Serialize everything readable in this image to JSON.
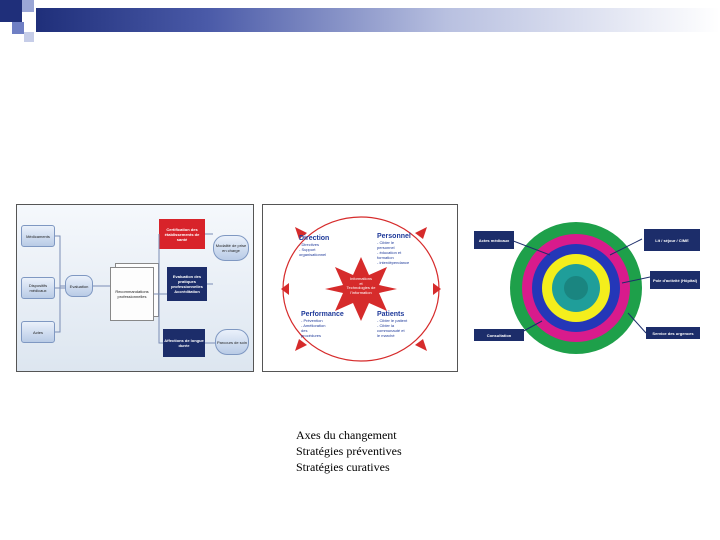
{
  "captions": [
    "Axes du changement",
    "Stratégies préventives",
    "Stratégies curatives"
  ],
  "figure1": {
    "left_items": [
      "Médicaments",
      "Dispositifs médicaux",
      "Actes"
    ],
    "center_items": [
      "Evaluation",
      "Recommandations professionnelles"
    ],
    "right_items": [
      "Certification des établissements de santé",
      "Modalité de prise en charge",
      "Evaluation des pratiques professionnelles Accréditation",
      "Affections de longue durée",
      "Parcours de soin"
    ]
  },
  "figure2": {
    "quadrants": [
      {
        "title": "Direction",
        "lines": [
          "- Directives",
          "- Support",
          "organisationnel"
        ]
      },
      {
        "title": "Personnel",
        "lines": [
          "- Cibler le",
          "personnel",
          "- éducation et",
          "formation",
          "- interdépendance"
        ]
      },
      {
        "title": "Performance",
        "lines": [
          "- Prévention",
          "- Amélioration",
          "des",
          "procédures"
        ]
      },
      {
        "title": "Patients",
        "lines": [
          "- Cibler le patient",
          "- Cibler la",
          "communauté et",
          "le marché"
        ]
      }
    ],
    "center": [
      "Informations",
      "et",
      "Technologies de",
      "l'information"
    ]
  },
  "figure3": {
    "labels": [
      "Actes médicaux",
      "Consultation",
      "Lit / séjour / CIME",
      "Pole d'activité (Hôpital)",
      "Service des urgences"
    ]
  },
  "colors": {
    "header_dark": "#1f2f7a",
    "red": "#d8232a",
    "navy": "#1c2d6a",
    "ring_green": "#1ea04a",
    "ring_magenta": "#d81b8c",
    "ring_blue": "#2437b8",
    "ring_yellow": "#f4ee1c",
    "ring_teal": "#1f9e9a"
  }
}
